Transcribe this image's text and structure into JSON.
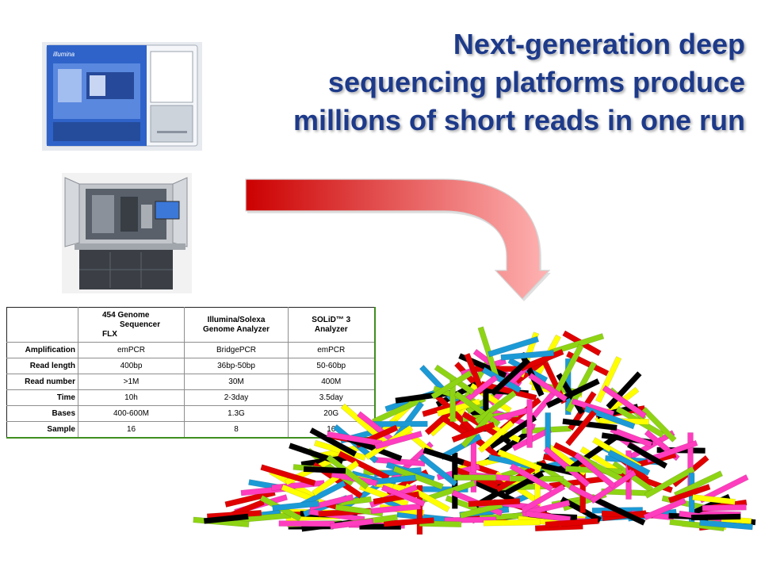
{
  "slide": {
    "title_lines": [
      "Next-generation deep",
      "sequencing platforms produce",
      "millions of short reads in one run"
    ],
    "title_color": "#1D3A8A"
  },
  "images": {
    "illumina_logo_text": "illumina"
  },
  "table": {
    "columns": [
      {
        "lines": [
          "454 Genome",
          "Sequencer",
          "FLX"
        ]
      },
      {
        "lines": [
          "Illumina/Solexa",
          "Genome Analyzer"
        ]
      },
      {
        "lines": [
          "SOLiD™ 3",
          "Analyzer"
        ]
      }
    ],
    "rows": [
      {
        "label": "Amplification",
        "values": [
          "emPCR",
          "BridgePCR",
          "emPCR"
        ]
      },
      {
        "label": "Read length",
        "values": [
          "400bp",
          "36bp-50bp",
          "50-60bp"
        ]
      },
      {
        "label": "Read number",
        "values": [
          ">1M",
          "30M",
          "400M"
        ]
      },
      {
        "label": "Time",
        "values": [
          "10h",
          "2-3day",
          "3.5day"
        ]
      },
      {
        "label": "Bases",
        "values": [
          "400-600M",
          "1.3G",
          "20G"
        ]
      },
      {
        "label": "Sample",
        "values": [
          "16",
          "8",
          "16"
        ]
      }
    ],
    "border_accent_color": "#3F8F1F"
  },
  "arrow": {
    "color_start": "#CC0000",
    "color_end": "#FFB3B3"
  },
  "reads_pile": {
    "colors": [
      "#E00000",
      "#1C9AD6",
      "#FFFF00",
      "#8ED414",
      "#FF3DBE",
      "#000000"
    ]
  }
}
